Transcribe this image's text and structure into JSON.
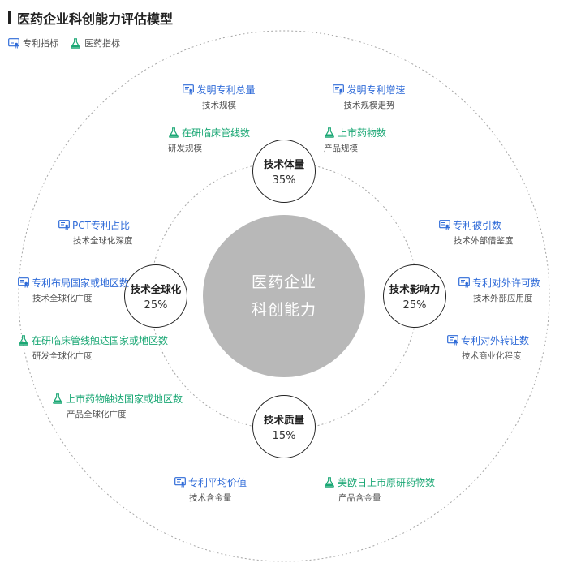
{
  "title": "医药企业科创能力评估模型",
  "legend": {
    "patent_label": "专利指标",
    "drug_label": "医药指标"
  },
  "colors": {
    "patent": "#2f6bd8",
    "drug": "#1aa774",
    "center_fill": "#b8b8b8",
    "ring": "#999999"
  },
  "center": {
    "line1": "医药企业",
    "line2": "科创能力"
  },
  "dimensions": {
    "scale": {
      "name": "技术体量",
      "weight": "35%"
    },
    "influence": {
      "name": "技术影响力",
      "weight": "25%"
    },
    "quality": {
      "name": "技术质量",
      "weight": "15%"
    },
    "global": {
      "name": "技术全球化",
      "weight": "25%"
    }
  },
  "indicators": {
    "total_patents": {
      "type": "patent",
      "name": "发明专利总量",
      "desc": "技术规模"
    },
    "patent_growth": {
      "type": "patent",
      "name": "发明专利增速",
      "desc": "技术规模走势"
    },
    "pipeline_count": {
      "type": "drug",
      "name": "在研临床管线数",
      "desc": "研发规模"
    },
    "marketed_drugs": {
      "type": "drug",
      "name": "上市药物数",
      "desc": "产品规模"
    },
    "pct_share": {
      "type": "patent",
      "name": "PCT专利占比",
      "desc": "技术全球化深度"
    },
    "patent_regions": {
      "type": "patent",
      "name": "专利布局国家或地区数",
      "desc": "技术全球化广度"
    },
    "pipeline_regions": {
      "type": "drug",
      "name": "在研临床管线触达国家或地区数",
      "desc": "研发全球化广度"
    },
    "drug_regions": {
      "type": "drug",
      "name": "上市药物触达国家或地区数",
      "desc": "产品全球化广度"
    },
    "citations": {
      "type": "patent",
      "name": "专利被引数",
      "desc": "技术外部借鉴度"
    },
    "licensing": {
      "type": "patent",
      "name": "专利对外许可数",
      "desc": "技术外部应用度"
    },
    "transfers": {
      "type": "patent",
      "name": "专利对外转让数",
      "desc": "技术商业化程度"
    },
    "avg_value": {
      "type": "patent",
      "name": "专利平均价值",
      "desc": "技术含金量"
    },
    "original_drugs": {
      "type": "drug",
      "name": "美欧日上市原研药物数",
      "desc": "产品含金量"
    }
  }
}
